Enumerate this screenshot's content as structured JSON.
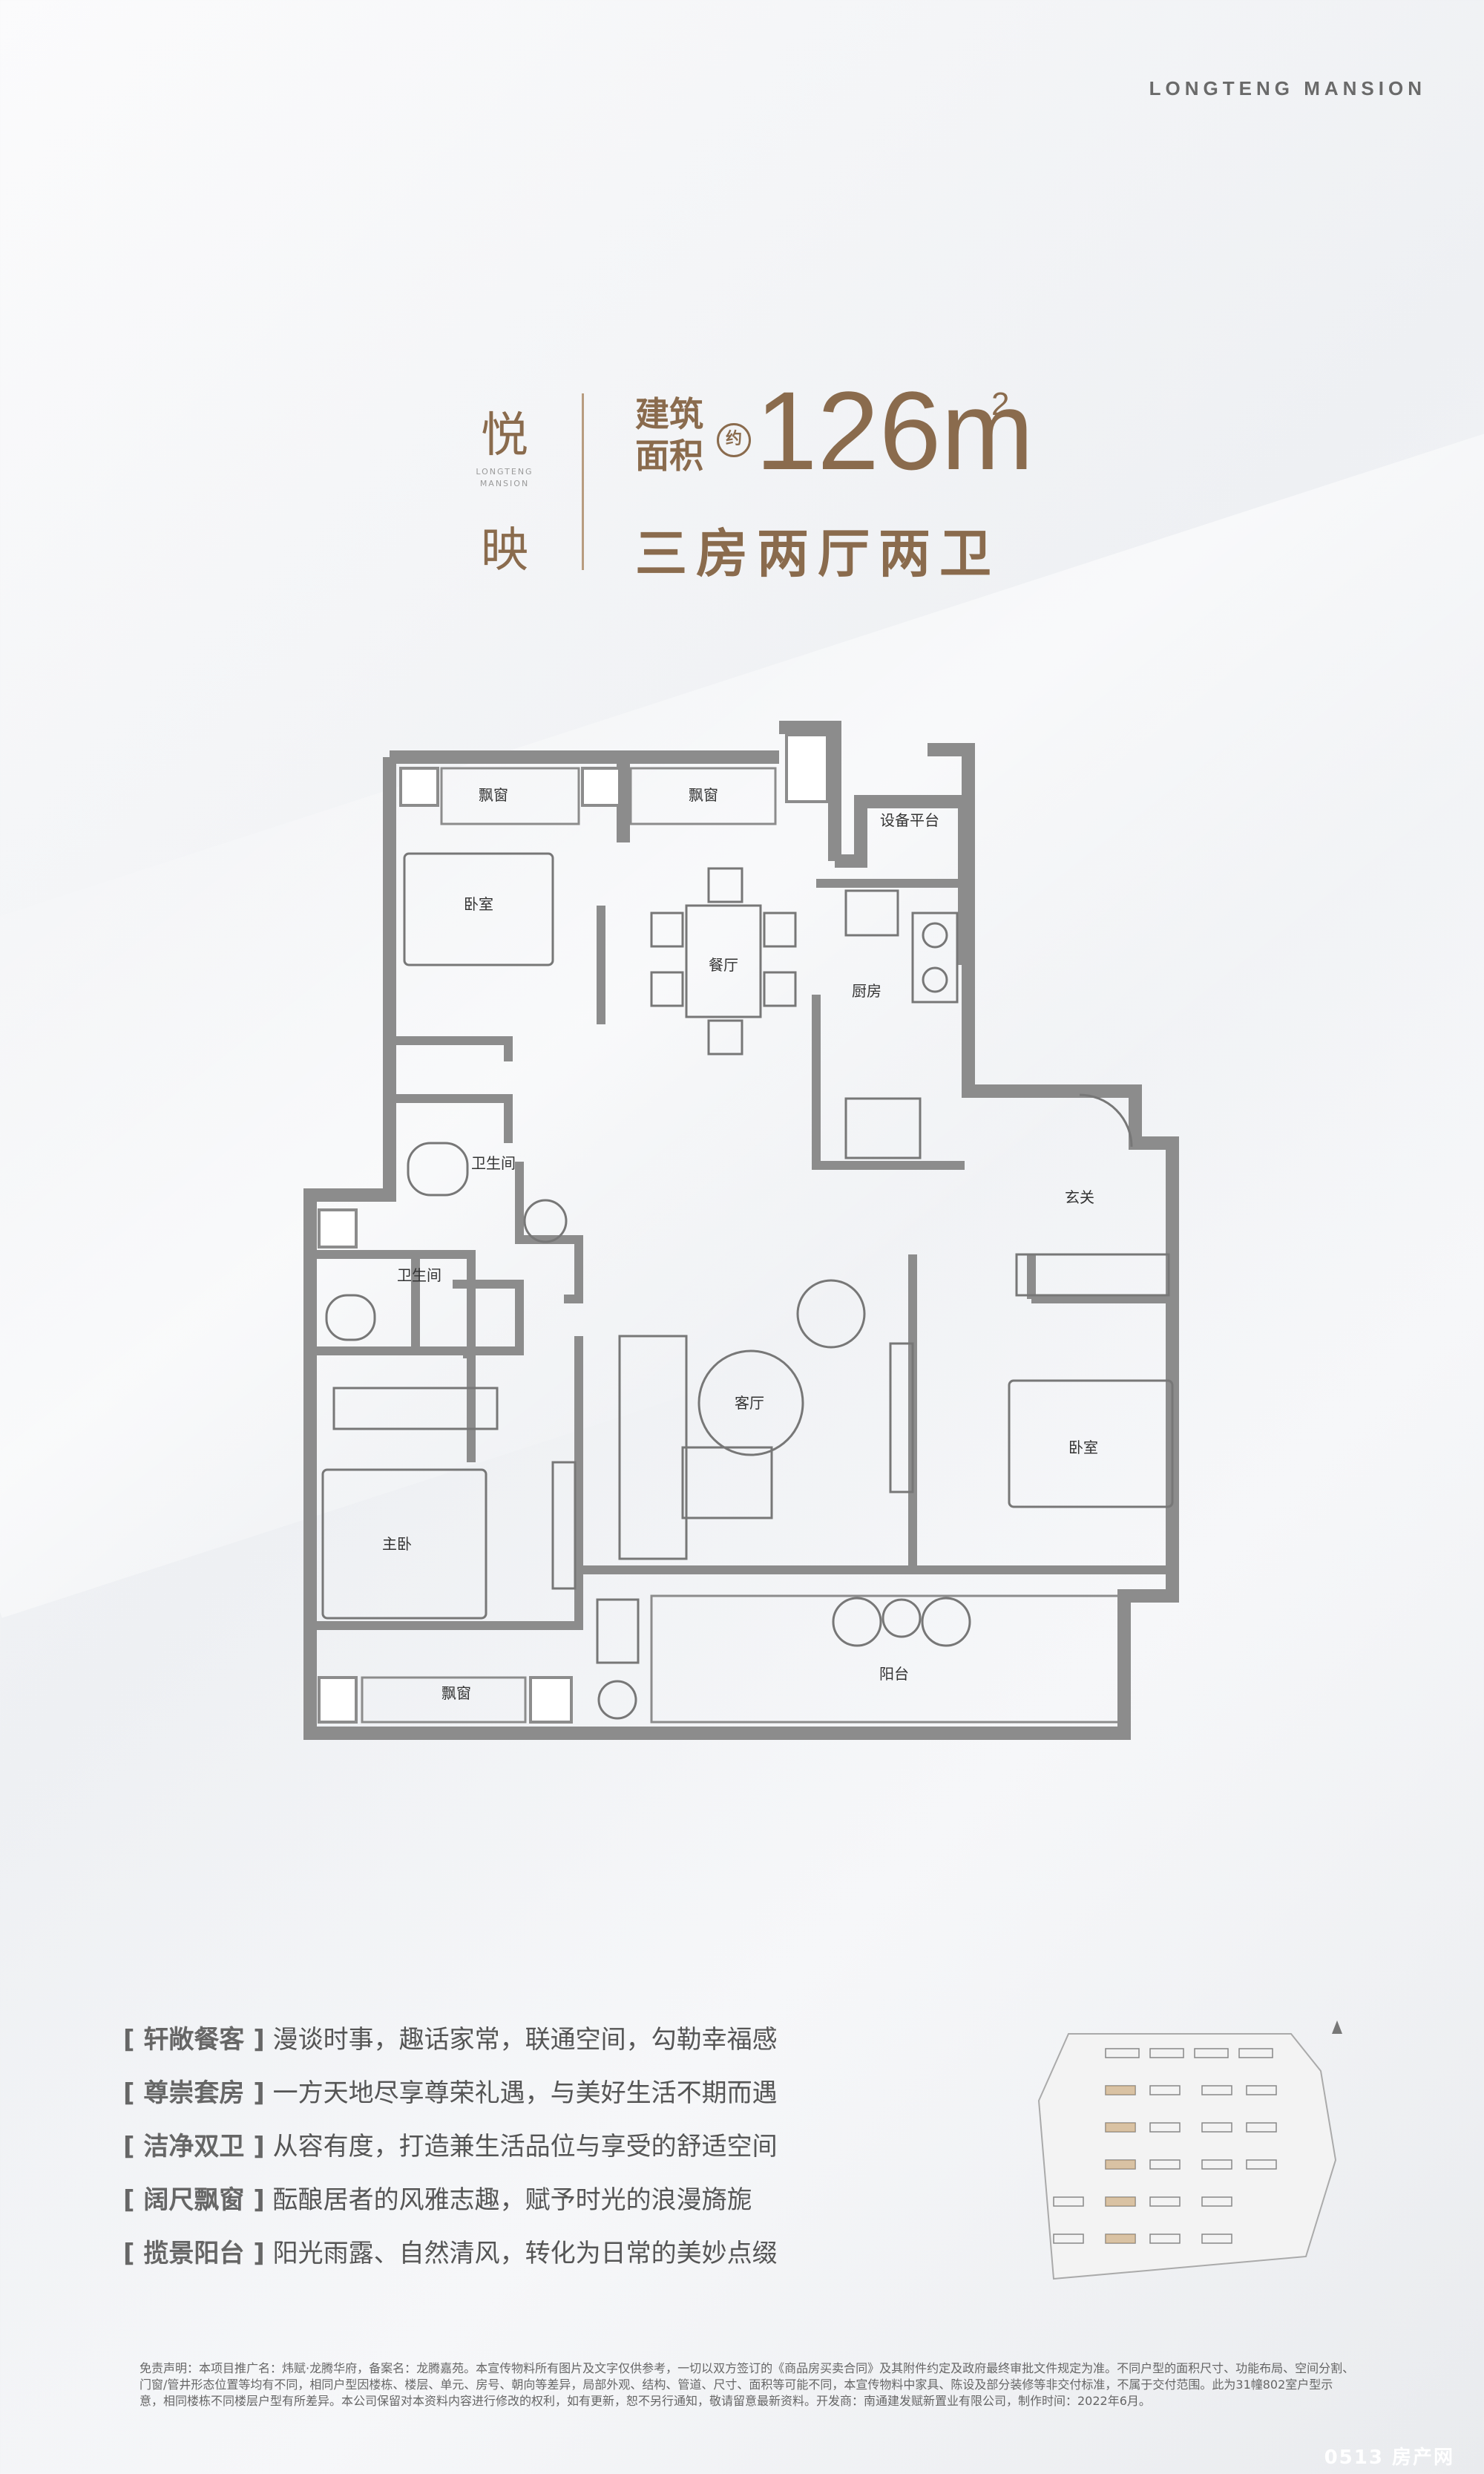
{
  "brand": "LONGTENG MANSION",
  "series": {
    "char_top": "悦",
    "char_bottom": "映",
    "mini_en_line1": "LONGTENG",
    "mini_en_line2": "MANSION"
  },
  "area": {
    "label_line1": "建筑",
    "label_line2": "面积",
    "approx": "约",
    "value": "126",
    "unit": "m",
    "unit_sup": "2"
  },
  "layout_name": "三房两厅两卫",
  "rooms": {
    "bay_window_1": "飘窗",
    "bay_window_2": "飘窗",
    "equipment_platform": "设备平台",
    "bedroom_1": "卧室",
    "dining": "餐厅",
    "kitchen": "厨房",
    "bathroom_1": "卫生间",
    "bathroom_2": "卫生间",
    "entrance": "玄关",
    "living": "客厅",
    "bedroom_2": "卧室",
    "master_bedroom": "主卧",
    "bay_window_3": "飘窗",
    "balcony": "阳台"
  },
  "features": [
    {
      "title": "[ 轩敞餐客 ]",
      "text": "漫谈时事，趣话家常，联通空间，勾勒幸福感"
    },
    {
      "title": "[ 尊崇套房 ]",
      "text": "一方天地尽享尊荣礼遇，与美好生活不期而遇"
    },
    {
      "title": "[ 洁净双卫 ]",
      "text": "从容有度，打造兼生活品位与享受的舒适空间"
    },
    {
      "title": "[ 阔尺飘窗 ]",
      "text": "酝酿居者的风雅志趣，赋予时光的浪漫旖旎"
    },
    {
      "title": "[ 揽景阳台 ]",
      "text": "阳光雨露、自然清风，转化为日常的美妙点缀"
    }
  ],
  "disclaimer": "免责声明：本项目推广名：炜赋·龙腾华府，备案名：龙腾嘉苑。本宣传物料所有图片及文字仅供参考，一切以双方签订的《商品房买卖合同》及其附件约定及政府最终审批文件规定为准。不同户型的面积尺寸、功能布局、空间分割、门窗/管井形态位置等均有不同，相同户型因楼栋、楼层、单元、房号、朝向等差异，局部外观、结构、管道、尺寸、面积等可能不同，本宣传物料中家具、陈设及部分装修等非交付标准，不属于交付范围。此为31幢802室户型示意，相同楼栋不同楼层户型有所差异。本公司保留对本资料内容进行修改的权利，如有更新，恕不另行通知，敬请留意最新资料。开发商：南通建发赋新置业有限公司，制作时间：2022年6月。",
  "watermark": "0513 房产网",
  "colors": {
    "accent": "#8a6b4d",
    "wall": "#8c8c8c",
    "highlight": "#c8a16e"
  }
}
